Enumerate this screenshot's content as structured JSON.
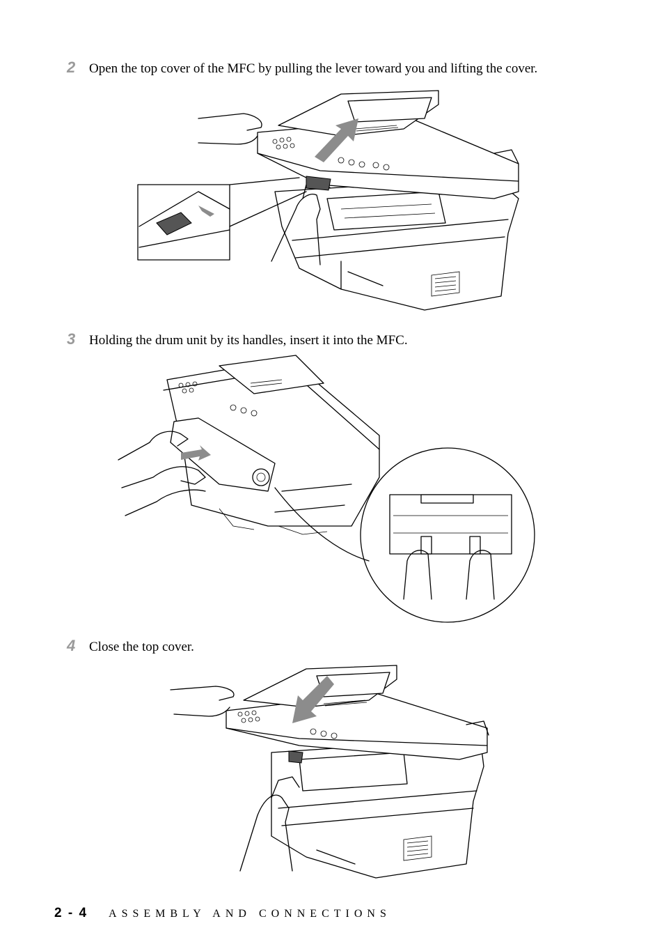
{
  "steps": [
    {
      "number": "2",
      "text": "Open the top cover of the MFC by pulling the lever toward you and lifting the cover."
    },
    {
      "number": "3",
      "text": "Holding the drum unit by its handles, insert it into the MFC."
    },
    {
      "number": "4",
      "text": "Close the top cover."
    }
  ],
  "footer": {
    "page_number": "2 - 4",
    "chapter_title": "ASSEMBLY AND CONNECTIONS"
  }
}
